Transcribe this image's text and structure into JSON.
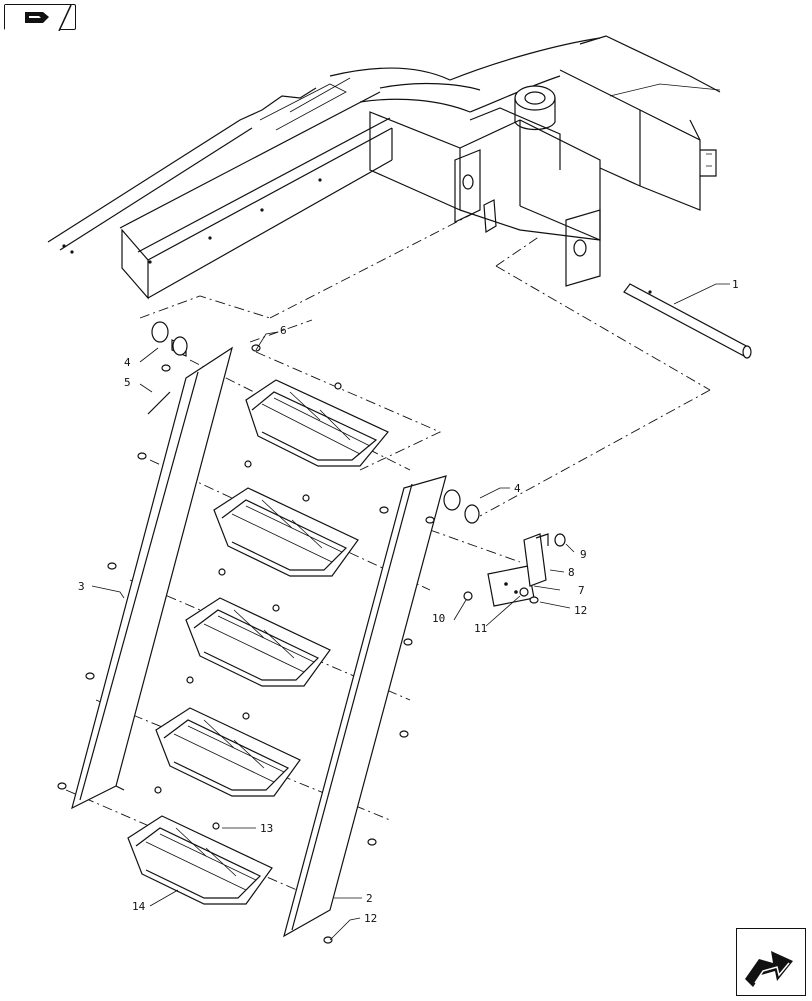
{
  "callouts": [
    "1",
    "2",
    "3",
    "4",
    "4",
    "5",
    "6",
    "7",
    "8",
    "9",
    "10",
    "11",
    "12",
    "12",
    "13",
    "14"
  ],
  "icons": {
    "top_left": "book-hand-icon",
    "bottom_right": "next-page-arrow-icon"
  },
  "colors": {
    "line": "#111111",
    "background": "#ffffff"
  }
}
